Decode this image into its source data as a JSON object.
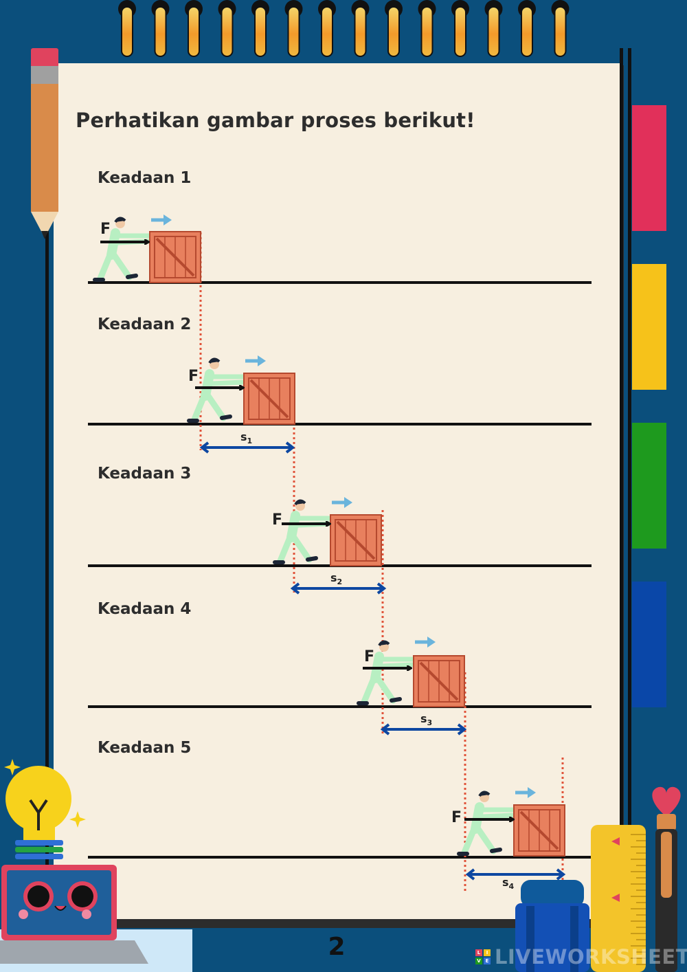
{
  "page": {
    "title": "Perhatikan gambar proses berikut!",
    "page_number": "2",
    "watermark": "LIVEWORKSHEETS",
    "watermark_logo_letters": [
      "L",
      "I",
      "V",
      "E"
    ]
  },
  "states": [
    {
      "label": "Keadaan 1",
      "force_label": "F"
    },
    {
      "label": "Keadaan 2",
      "force_label": "F",
      "displacement_label": "s",
      "displacement_sub": "1"
    },
    {
      "label": "Keadaan 3",
      "force_label": "F",
      "displacement_label": "s",
      "displacement_sub": "2"
    },
    {
      "label": "Keadaan 4",
      "force_label": "F",
      "displacement_label": "s",
      "displacement_sub": "3"
    },
    {
      "label": "Keadaan 5",
      "force_label": "F",
      "displacement_label": "s",
      "displacement_sub": "4"
    }
  ],
  "colors": {
    "background": "#0b4f7c",
    "paper": "#f7efe0",
    "crate": "#e8805e",
    "crate_line": "#b5492f",
    "dashed_guide": "#e0533a",
    "displacement_arrow": "#0d47a1",
    "motion_arrow": "#6ab4dc",
    "tab_red": "#e1305a",
    "tab_yellow": "#f6c21a",
    "tab_green": "#1e9a1e",
    "tab_blue": "#0a47a8",
    "person_clothes": "#b8efc2"
  },
  "icons": [
    "spiral-binding-icon",
    "pencil-icon",
    "lightbulb-icon",
    "laptop-face-icon",
    "ruler-icon",
    "heart-brush-icon",
    "backpack-icon",
    "person-pushing-icon",
    "crate-icon",
    "motion-arrow-icon"
  ]
}
